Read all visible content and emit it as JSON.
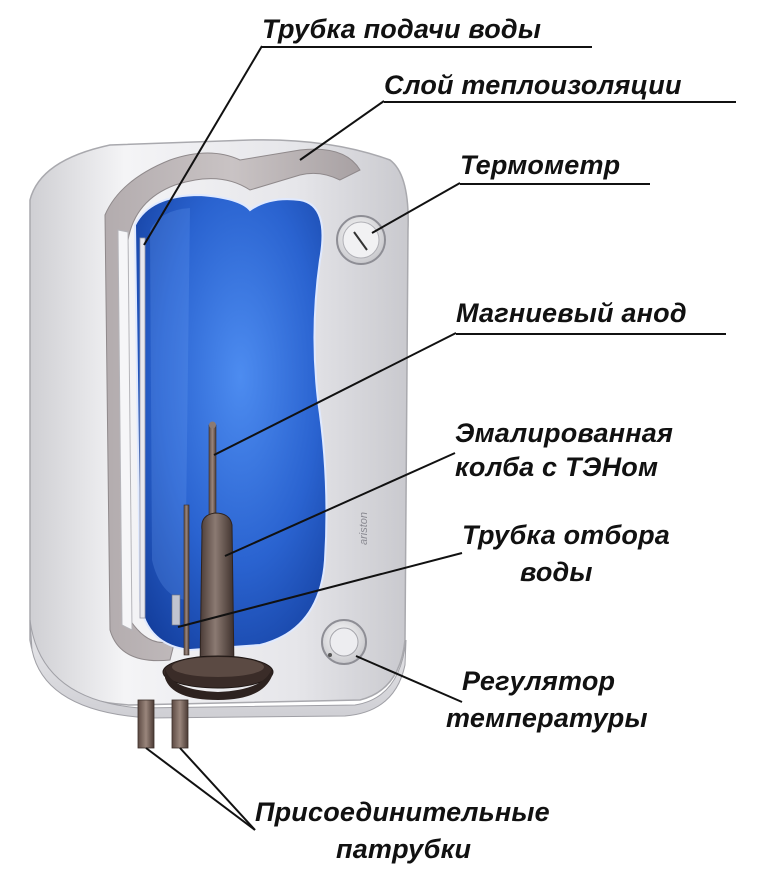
{
  "labels": {
    "supply_pipe": "Трубка подачи воды",
    "insulation": "Слой теплоизоляции",
    "thermometer": "Термометр",
    "anode": "Магниевый анод",
    "flask_line1": "Эмалированная",
    "flask_line2": "колба с ТЭНом",
    "outlet_line1": "Трубка отбора",
    "outlet_line2": "воды",
    "regulator_line1": "Регулятор",
    "regulator_line2": "температуры",
    "fittings_line1": "Присоединительные",
    "fittings_line2": "патрубки"
  },
  "brand_mark": "ariston",
  "colors": {
    "tank_blue": "#2f6fd8",
    "tank_blue_dark": "#1442a8",
    "shell_gray": "#e4e4e8",
    "shell_shadow": "#b9b6b9",
    "heater_brown": "#5a4a44",
    "leader_line": "#111111"
  }
}
